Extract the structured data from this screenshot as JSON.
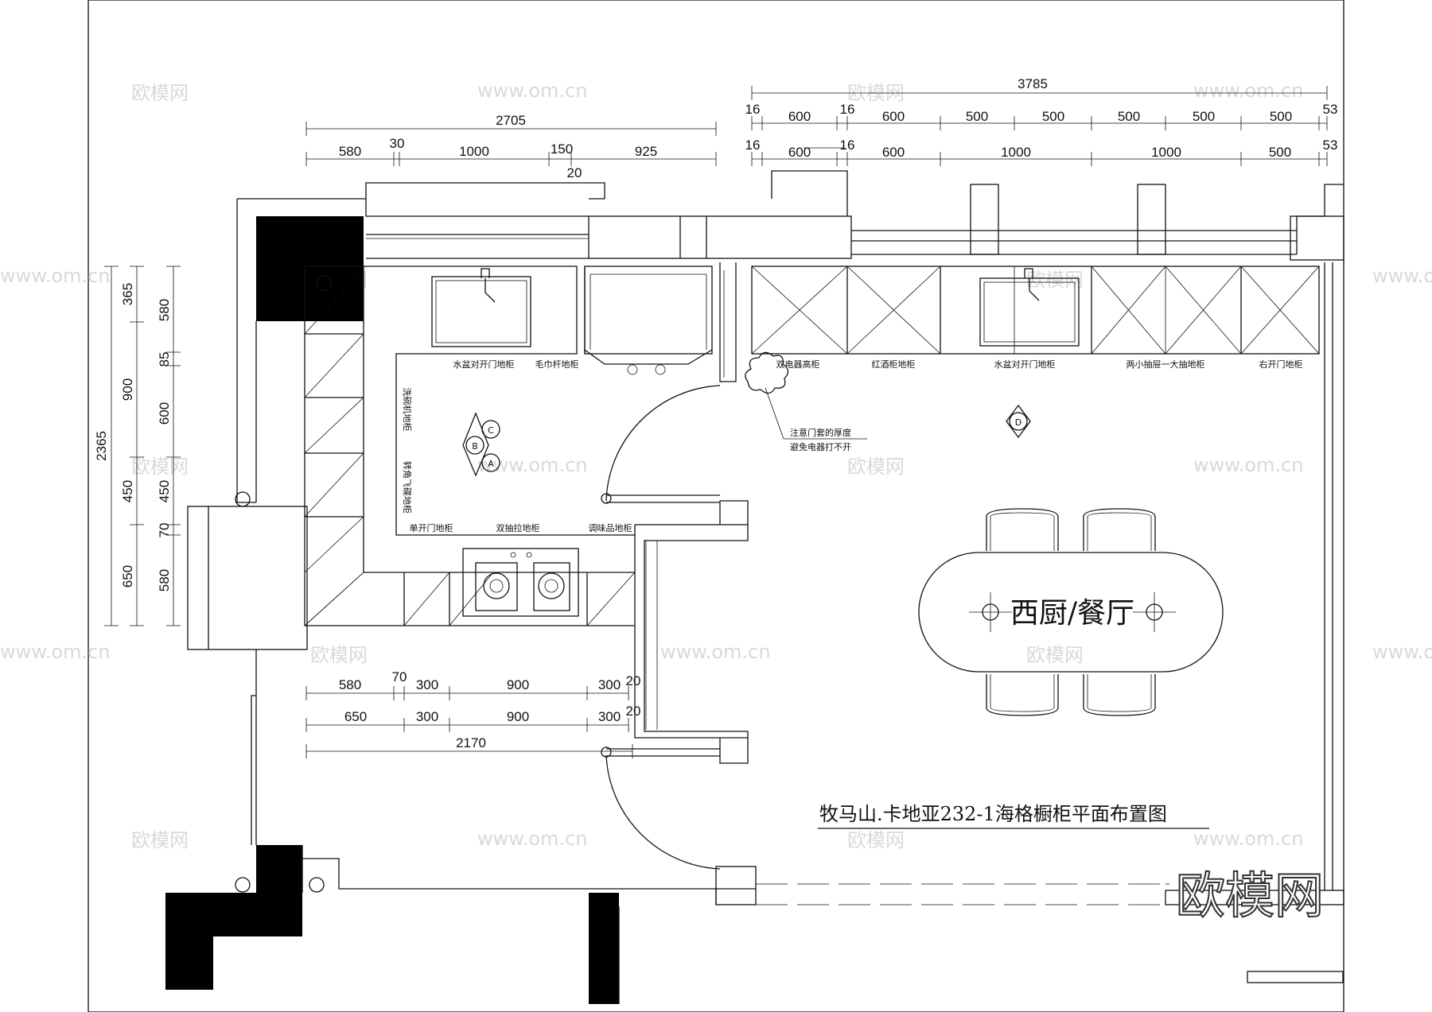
{
  "drawing": {
    "title": "牧马山.卡地亚232-1海格橱柜平面布置图",
    "room_label": "西厨/餐厅",
    "brand_logo": "欧模网",
    "watermarks": [
      "欧模网",
      "www.om.cn"
    ]
  },
  "dimensions": {
    "top_right_total": "3785",
    "top_right_row1": [
      "16",
      "600",
      "16",
      "600",
      "500",
      "500",
      "500",
      "500",
      "500",
      "53"
    ],
    "top_right_row2": [
      "16",
      "600",
      "16",
      "600",
      "1000",
      "1000",
      "500",
      "53"
    ],
    "top_left_total": "2705",
    "top_left_row": [
      "580",
      "30",
      "1000",
      "150",
      "925"
    ],
    "top_left_extra": "20",
    "left_total": "2365",
    "left_col1": [
      "365",
      "900",
      "450",
      "650"
    ],
    "left_col2": [
      "580",
      "85",
      "600",
      "450",
      "70",
      "580"
    ],
    "bottom_row1": [
      "580",
      "70",
      "300",
      "900",
      "300",
      "20"
    ],
    "bottom_row2": [
      "650",
      "300",
      "900",
      "300",
      "20"
    ],
    "bottom_total": "2170"
  },
  "cabinet_labels": {
    "sink_left": "水盆对开门地柜",
    "towel": "毛巾杆地柜",
    "dishwasher": "洗碗机地柜",
    "corner": "转角飞碟地柜",
    "single_door": "单开门地柜",
    "double_drawer": "双抽拉地柜",
    "seasoning": "调味品地柜",
    "appliance_tall": "双电器高柜",
    "wine": "红酒柜地柜",
    "sink_right": "水盆对开门地柜",
    "drawers": "两小抽屉一大抽地柜",
    "right_door": "右开门地柜"
  },
  "note": {
    "line1": "注意门套的厚度",
    "line2": "避免电器打不开"
  },
  "markers": [
    "A",
    "B",
    "C",
    "D"
  ]
}
